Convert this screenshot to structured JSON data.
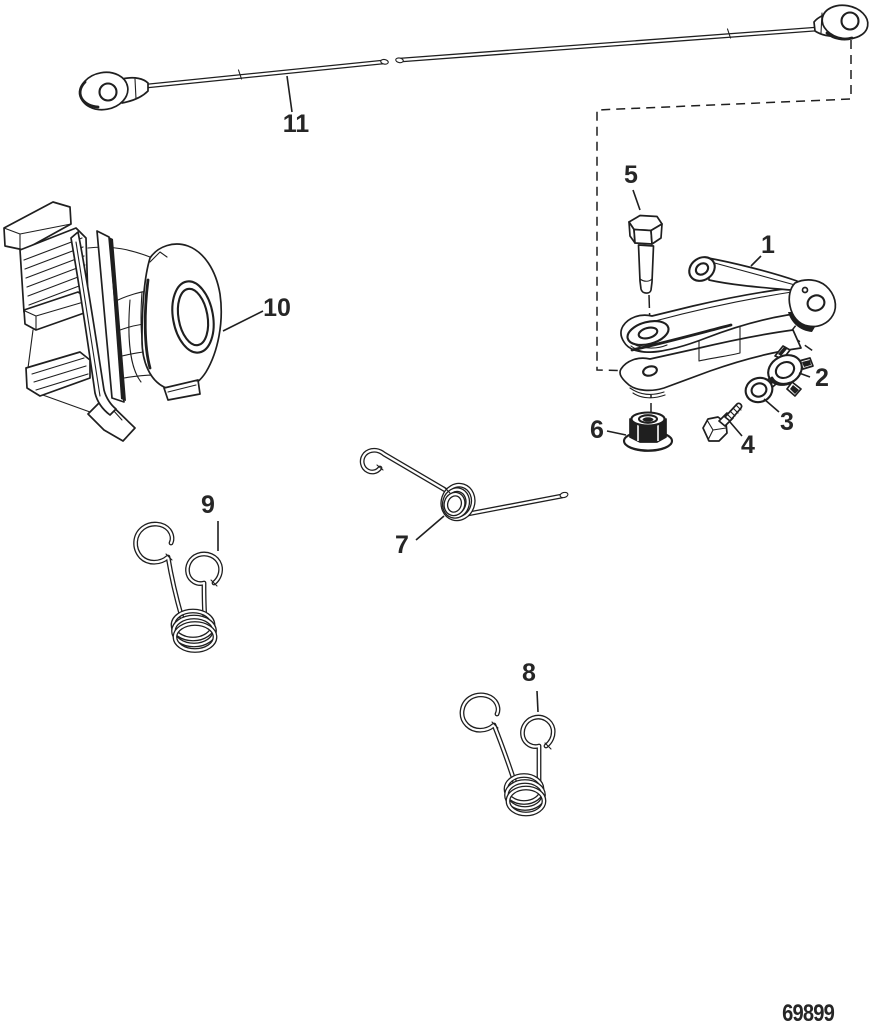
{
  "figure": {
    "background_color": "#ffffff",
    "line_color": "#1f1f1f",
    "label_color": "#262626",
    "drawing_number": "69899"
  },
  "callouts": [
    {
      "label": "1"
    },
    {
      "label": "2"
    },
    {
      "label": "3"
    },
    {
      "label": "4"
    },
    {
      "label": "5"
    },
    {
      "label": "6"
    },
    {
      "label": "7"
    },
    {
      "label": "8"
    },
    {
      "label": "9"
    },
    {
      "label": "10"
    },
    {
      "label": "11"
    }
  ]
}
